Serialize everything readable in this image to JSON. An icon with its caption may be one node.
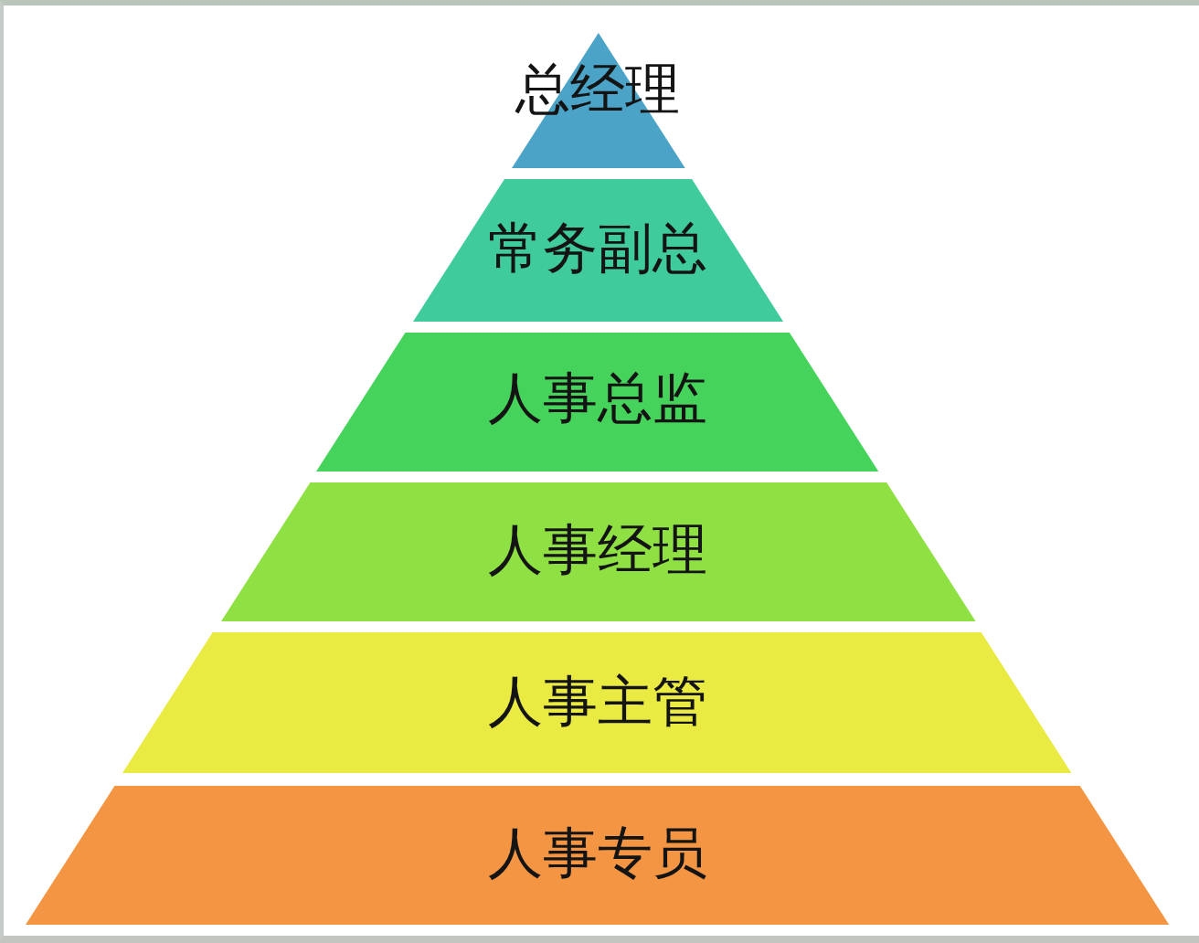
{
  "diagram": {
    "nodes": [
      {
        "text": [
          "总经理"
        ]
      },
      {
        "text": [
          "常务副总"
        ]
      },
      {
        "text": [
          "人事总监"
        ]
      },
      {
        "text": [
          "人事经理"
        ]
      },
      {
        "text": [
          "人事主管"
        ]
      },
      {
        "text": [
          "人事专员"
        ]
      }
    ]
  }
}
